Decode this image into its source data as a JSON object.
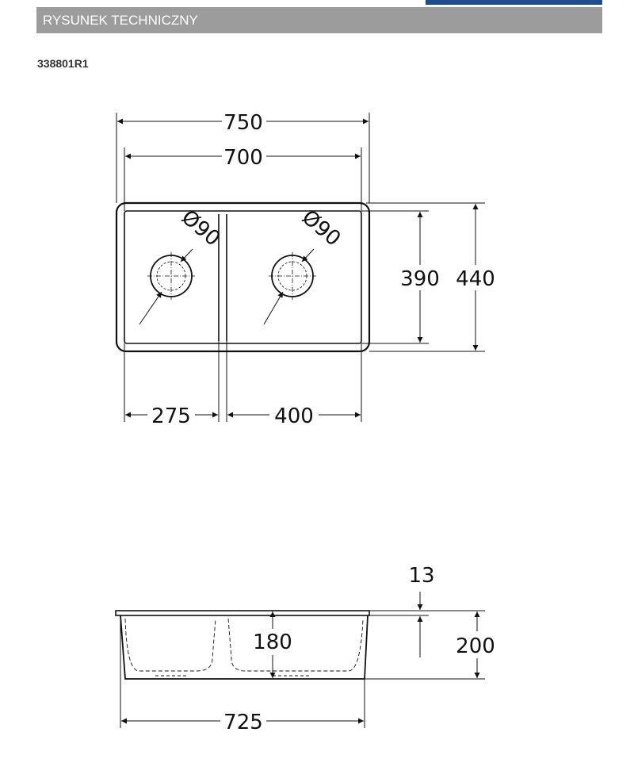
{
  "header": {
    "title": "RYSUNEK TECHNICZNY",
    "accent_color": "#1f4e8c",
    "bar_color": "#9c9c9c"
  },
  "product": {
    "code": "338801R1"
  },
  "top_view": {
    "dims": {
      "overall_width": "750",
      "inner_width": "700",
      "inner_depth": "390",
      "overall_depth": "440",
      "left_bowl": "275",
      "right_bowl": "400"
    },
    "drain_label": "Ø90"
  },
  "side_view": {
    "dims": {
      "rim": "13",
      "bowl_depth": "180",
      "total_height": "200",
      "bottom_width": "725"
    }
  }
}
